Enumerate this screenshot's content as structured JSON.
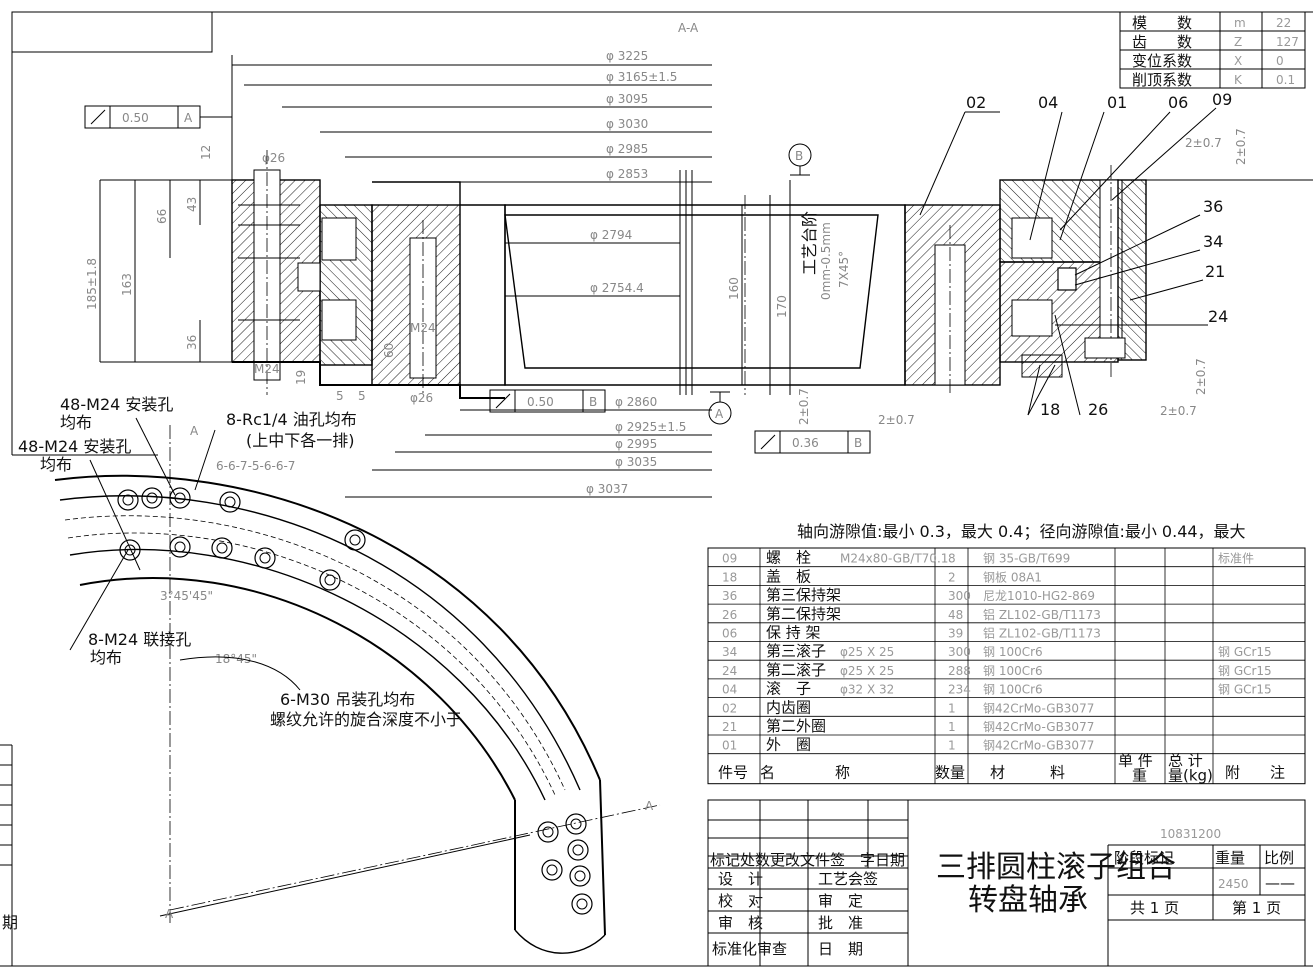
{
  "section": "A-A",
  "dims": {
    "d3225": "φ 3225",
    "d3165": "φ 3165±1.5",
    "d3095": "φ 3095",
    "d3030": "φ 3030",
    "d2985": "φ 2985",
    "d2853": "φ 2853",
    "d2794": "φ 2794",
    "d2754": "φ 2754.4",
    "d2860": "φ 2860",
    "d2925": "φ 2925±1.5",
    "d2995": "φ 2995",
    "d3035": "φ 3035",
    "d3037": "φ 3037",
    "d26a": "φ26",
    "d26b": "φ26",
    "h185": "185±1.8",
    "h163": "163",
    "h66": "66",
    "h43": "43",
    "h12": "12",
    "h36": "36",
    "h160": "160",
    "h170": "170",
    "h60": "60",
    "h19": "19",
    "h5a": "5",
    "h5b": "5",
    "m24a": "M24",
    "m24b": "M24",
    "tol1": "2±0.7",
    "tol2": "2±0.7",
    "tol3": "2±0.7",
    "tol4": "2±0.7",
    "tol5": "2±0.7",
    "tol6": "2±0.7",
    "craft": "工艺台阶",
    "craft2": "0mm-0.5mm",
    "craft3": "7X45°"
  },
  "tolerance_frames": [
    {
      "value": "0.50",
      "datum": "A"
    },
    {
      "value": "0.50",
      "datum": "B"
    },
    {
      "value": "0.36",
      "datum": "B"
    }
  ],
  "datums": [
    "A",
    "B"
  ],
  "parts_callouts": [
    "02",
    "04",
    "01",
    "06",
    "09",
    "36",
    "34",
    "21",
    "24",
    "18",
    "26"
  ],
  "gear_params": [
    {
      "name": "模　　数",
      "sym": "m",
      "val": "22"
    },
    {
      "name": "齿　　数",
      "sym": "Z",
      "val": "127"
    },
    {
      "name": "变位系数",
      "sym": "X",
      "val": "0"
    },
    {
      "name": "削顶系数",
      "sym": "K",
      "val": "0.1"
    }
  ],
  "notes": {
    "n1": "48-M24 安装孔",
    "n1b": "均布",
    "n2": "48-M24 安装孔",
    "n2b": "均布",
    "n3": "8-Rc1/4 油孔均布",
    "n3b": "(上中下各一排)",
    "n4": "6-6-7-5-6-6-7",
    "n5": "8-M24 联接孔",
    "n5b": "均布",
    "n6": "6-M30 吊装孔均布",
    "n6b": "螺纹允许的旋合深度不小于",
    "ang1": "3°45'45\"",
    "ang2": "18°45\"",
    "clearance": "轴向游隙值:最小 0.3，最大 0.4；径向游隙值:最小 0.44，最大"
  },
  "parts": [
    {
      "no": "09",
      "name": "螺　栓",
      "spec": "M24x80-GB/T70.1",
      "qty": "8",
      "mat": "钢 35-GB/T699",
      "note": "标准件"
    },
    {
      "no": "18",
      "name": "盖　板",
      "spec": "",
      "qty": "2",
      "mat": "钢板 08A1",
      "note": ""
    },
    {
      "no": "36",
      "name": "第三保持架",
      "spec": "",
      "qty": "300",
      "mat": "尼龙1010-HG2-869",
      "note": ""
    },
    {
      "no": "26",
      "name": "第二保持架",
      "spec": "",
      "qty": "48",
      "mat": "铝 ZL102-GB/T1173",
      "note": ""
    },
    {
      "no": "06",
      "name": "保 持 架",
      "spec": "",
      "qty": "39",
      "mat": "铝 ZL102-GB/T1173",
      "note": ""
    },
    {
      "no": "34",
      "name": "第三滚子",
      "spec": "φ25 X 25",
      "qty": "300",
      "mat": "钢 100Cr6",
      "note": "钢 GCr15"
    },
    {
      "no": "24",
      "name": "第二滚子",
      "spec": "φ25 X 25",
      "qty": "288",
      "mat": "钢 100Cr6",
      "note": "钢 GCr15"
    },
    {
      "no": "04",
      "name": "滚　子",
      "spec": "φ32 X 32",
      "qty": "234",
      "mat": "钢 100Cr6",
      "note": "钢 GCr15"
    },
    {
      "no": "02",
      "name": "内齿圈",
      "spec": "",
      "qty": "1",
      "mat": "钢42CrMo-GB3077",
      "note": ""
    },
    {
      "no": "21",
      "name": "第二外圈",
      "spec": "",
      "qty": "1",
      "mat": "钢42CrMo-GB3077",
      "note": ""
    },
    {
      "no": "01",
      "name": "外　圈",
      "spec": "",
      "qty": "1",
      "mat": "钢42CrMo-GB3077",
      "note": ""
    }
  ],
  "parts_header": {
    "no": "件号",
    "name": "名　　　　称",
    "qty": "数量",
    "mat": "材　　　料",
    "unit": "单 件",
    "unit2": "重",
    "total": "总 计",
    "total2": "量(kg)",
    "note": "附　　注"
  },
  "title_block": {
    "drawing_no": "10831200",
    "title1": "三排圆柱滚子组合",
    "title2": "转盘轴承",
    "weight": "2450",
    "scale": "——",
    "sheets": "共 1 页",
    "sheet": "第 1 页",
    "hdr": "标记处数更改文件签　字日期",
    "stage": "阶段标记",
    "wt_label": "重量",
    "scale_label": "比例",
    "design": "设　计",
    "craft": "工艺会签",
    "check": "校　对",
    "review": "审　定",
    "audit": "审　核",
    "approve": "批　准",
    "std": "标准化审查",
    "date": "日　期",
    "left_stamp": "期"
  }
}
